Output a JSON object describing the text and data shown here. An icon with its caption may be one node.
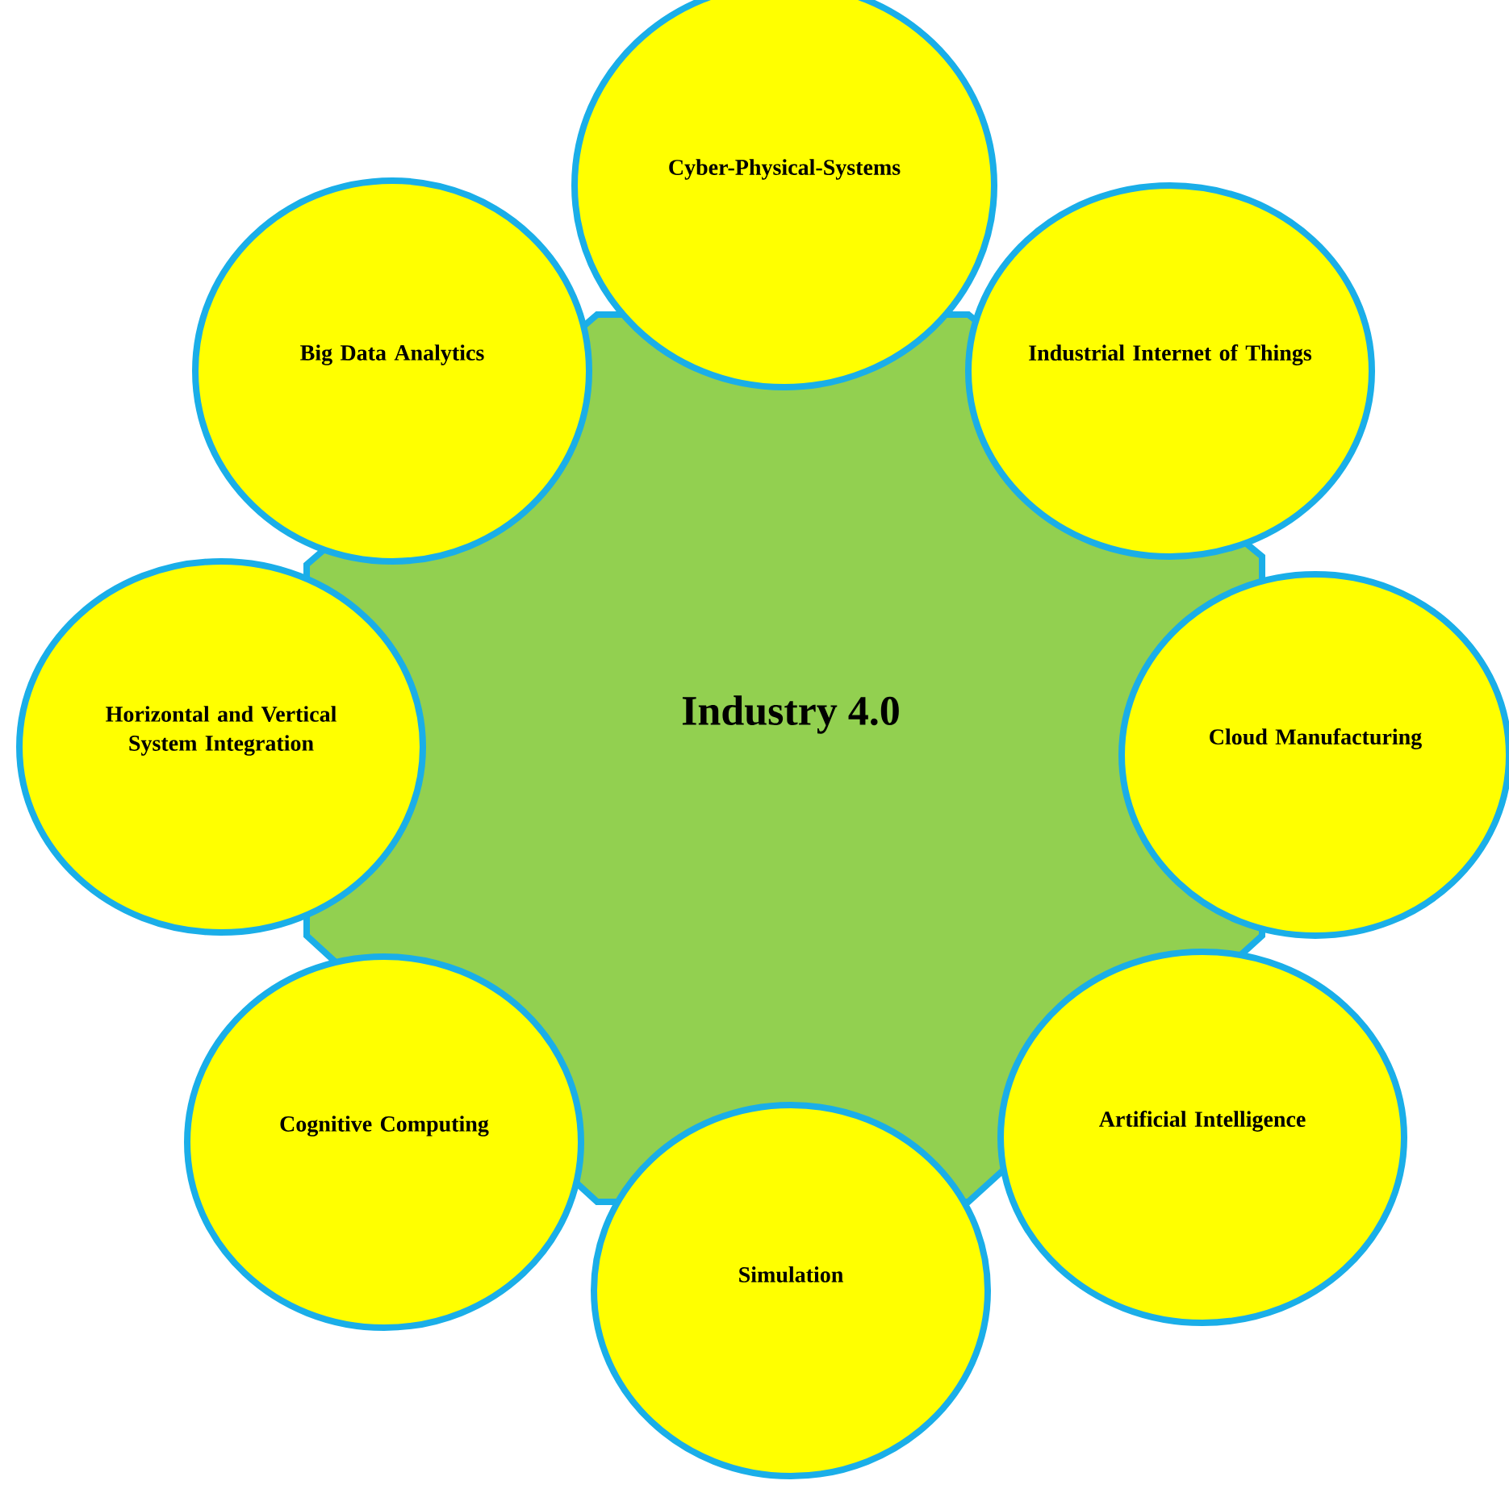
{
  "diagram": {
    "nodes": [
      {
        "text": [
          "Industry 4.0"
        ]
      },
      {
        "text": [
          "Cyber-Physical-Systems"
        ]
      },
      {
        "text": [
          "Industrial Internet of Things"
        ]
      },
      {
        "text": [
          "Cloud Manufacturing"
        ]
      },
      {
        "text": [
          "Artificial Intelligence"
        ]
      },
      {
        "text": [
          "Simulation"
        ]
      },
      {
        "text": [
          "Cognitive Computing"
        ]
      },
      {
        "text": [
          "Horizontal and Vertical System Integration"
        ]
      },
      {
        "text": [
          "Big Data Analytics"
        ]
      }
    ]
  }
}
